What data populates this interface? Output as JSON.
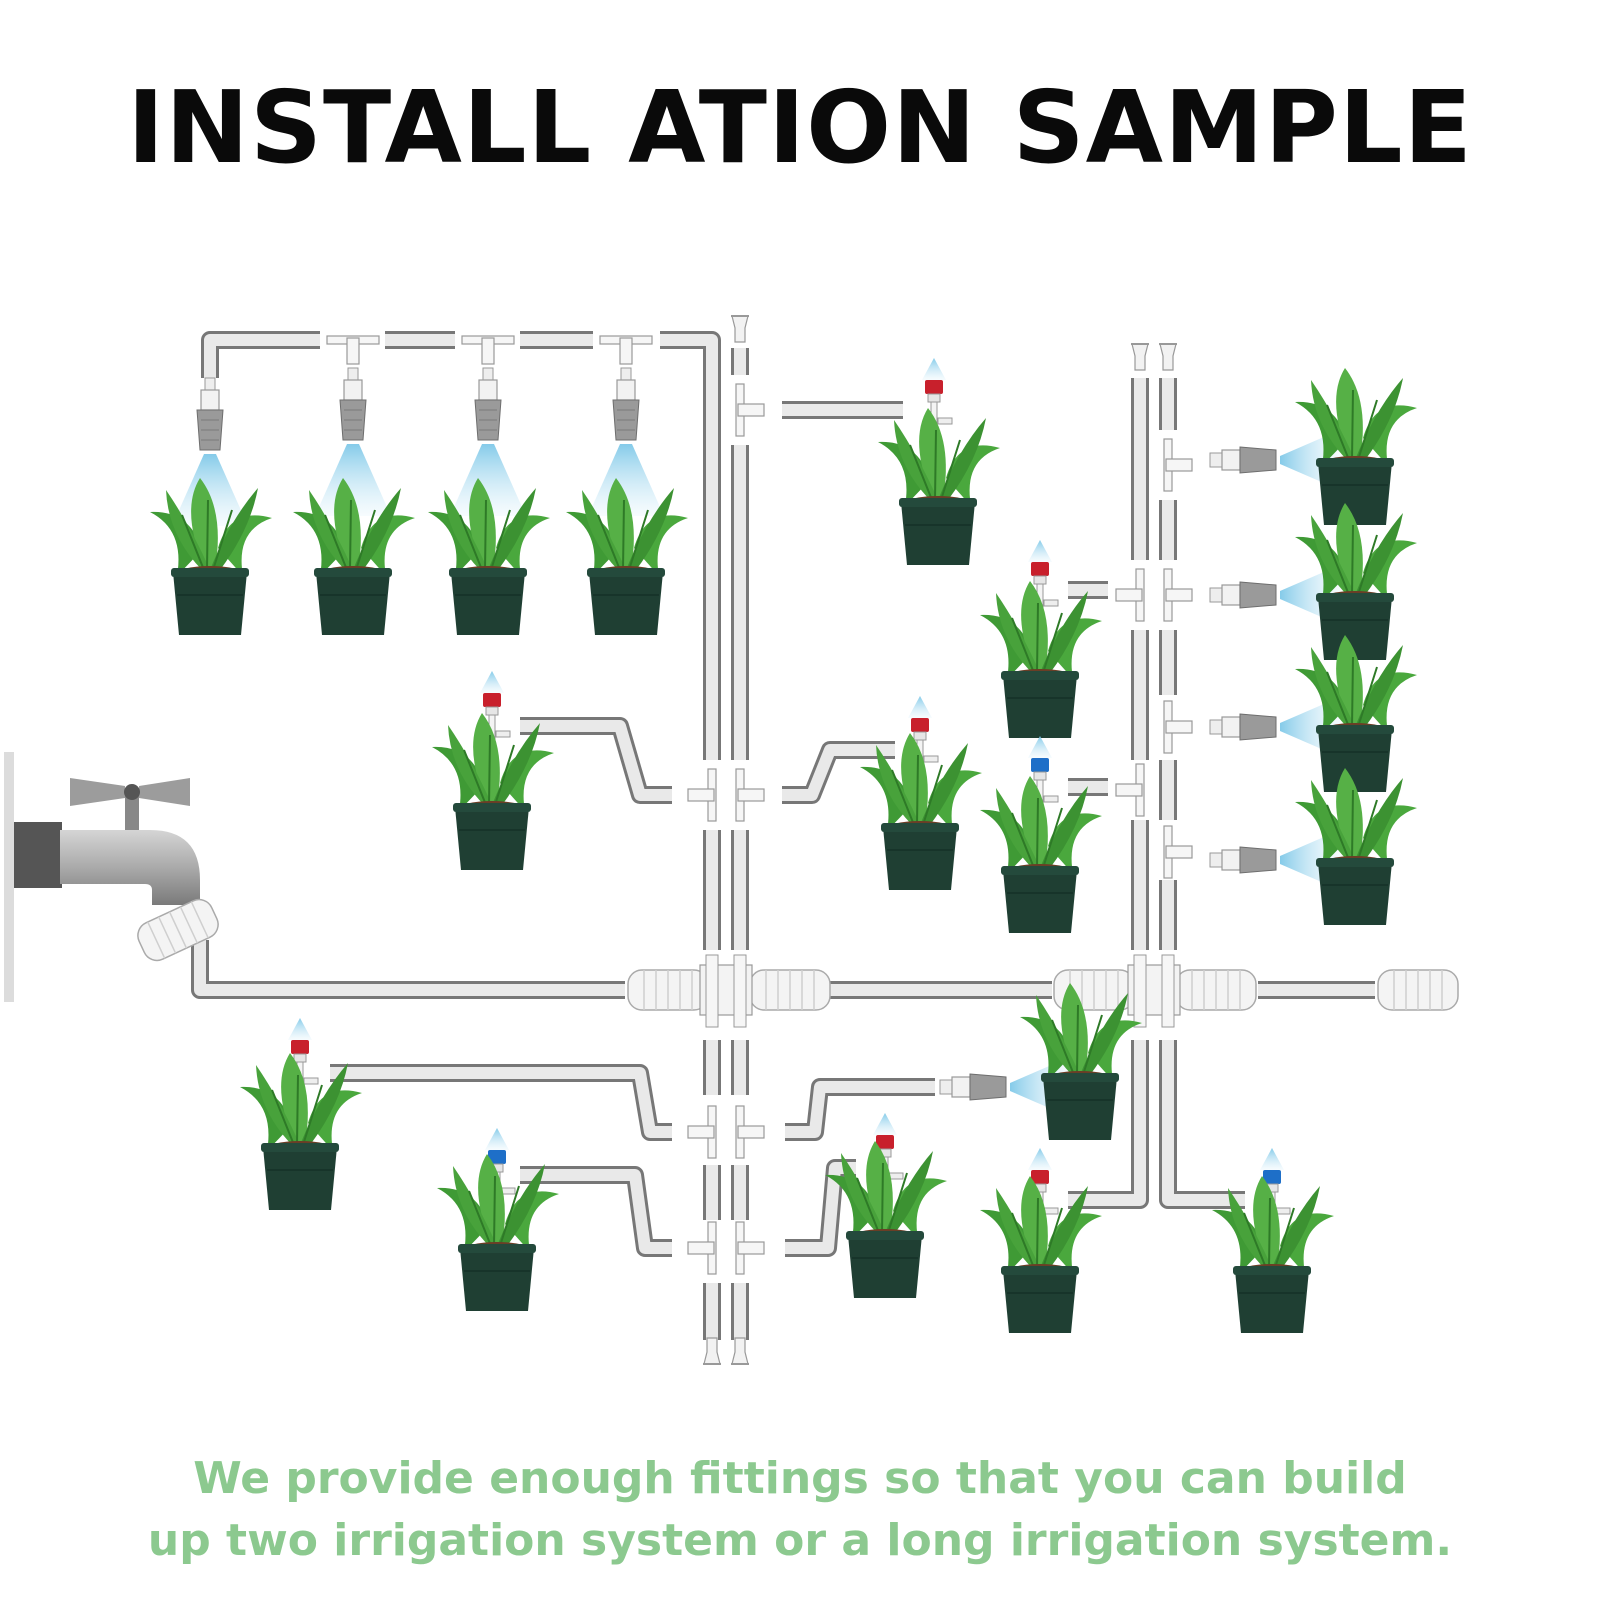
{
  "title": "INSTALL ATION SAMPLE",
  "caption": {
    "line1": "We provide enough fittings so that you can build",
    "line2": "up two irrigation system or a long irrigation system."
  },
  "colors": {
    "title": "#0a0a0a",
    "caption": "#8cc98f",
    "tube_fill": "#e8e8e8",
    "tube_stroke": "#777777",
    "pot": "#1f3f33",
    "leaf": "#3f9a35",
    "spray": "#7ec8e8",
    "nozzle_red": "#c8202c",
    "nozzle_blue": "#1e6fc8",
    "sprayer_body": "#9a9a9a",
    "faucet": "#8a8a8a"
  },
  "icons": [
    "faucet-icon",
    "potted-plant-icon",
    "spray-nozzle-icon",
    "drip-stake-icon",
    "tee-connector-icon",
    "end-plug-icon",
    "hose-connector-icon"
  ]
}
